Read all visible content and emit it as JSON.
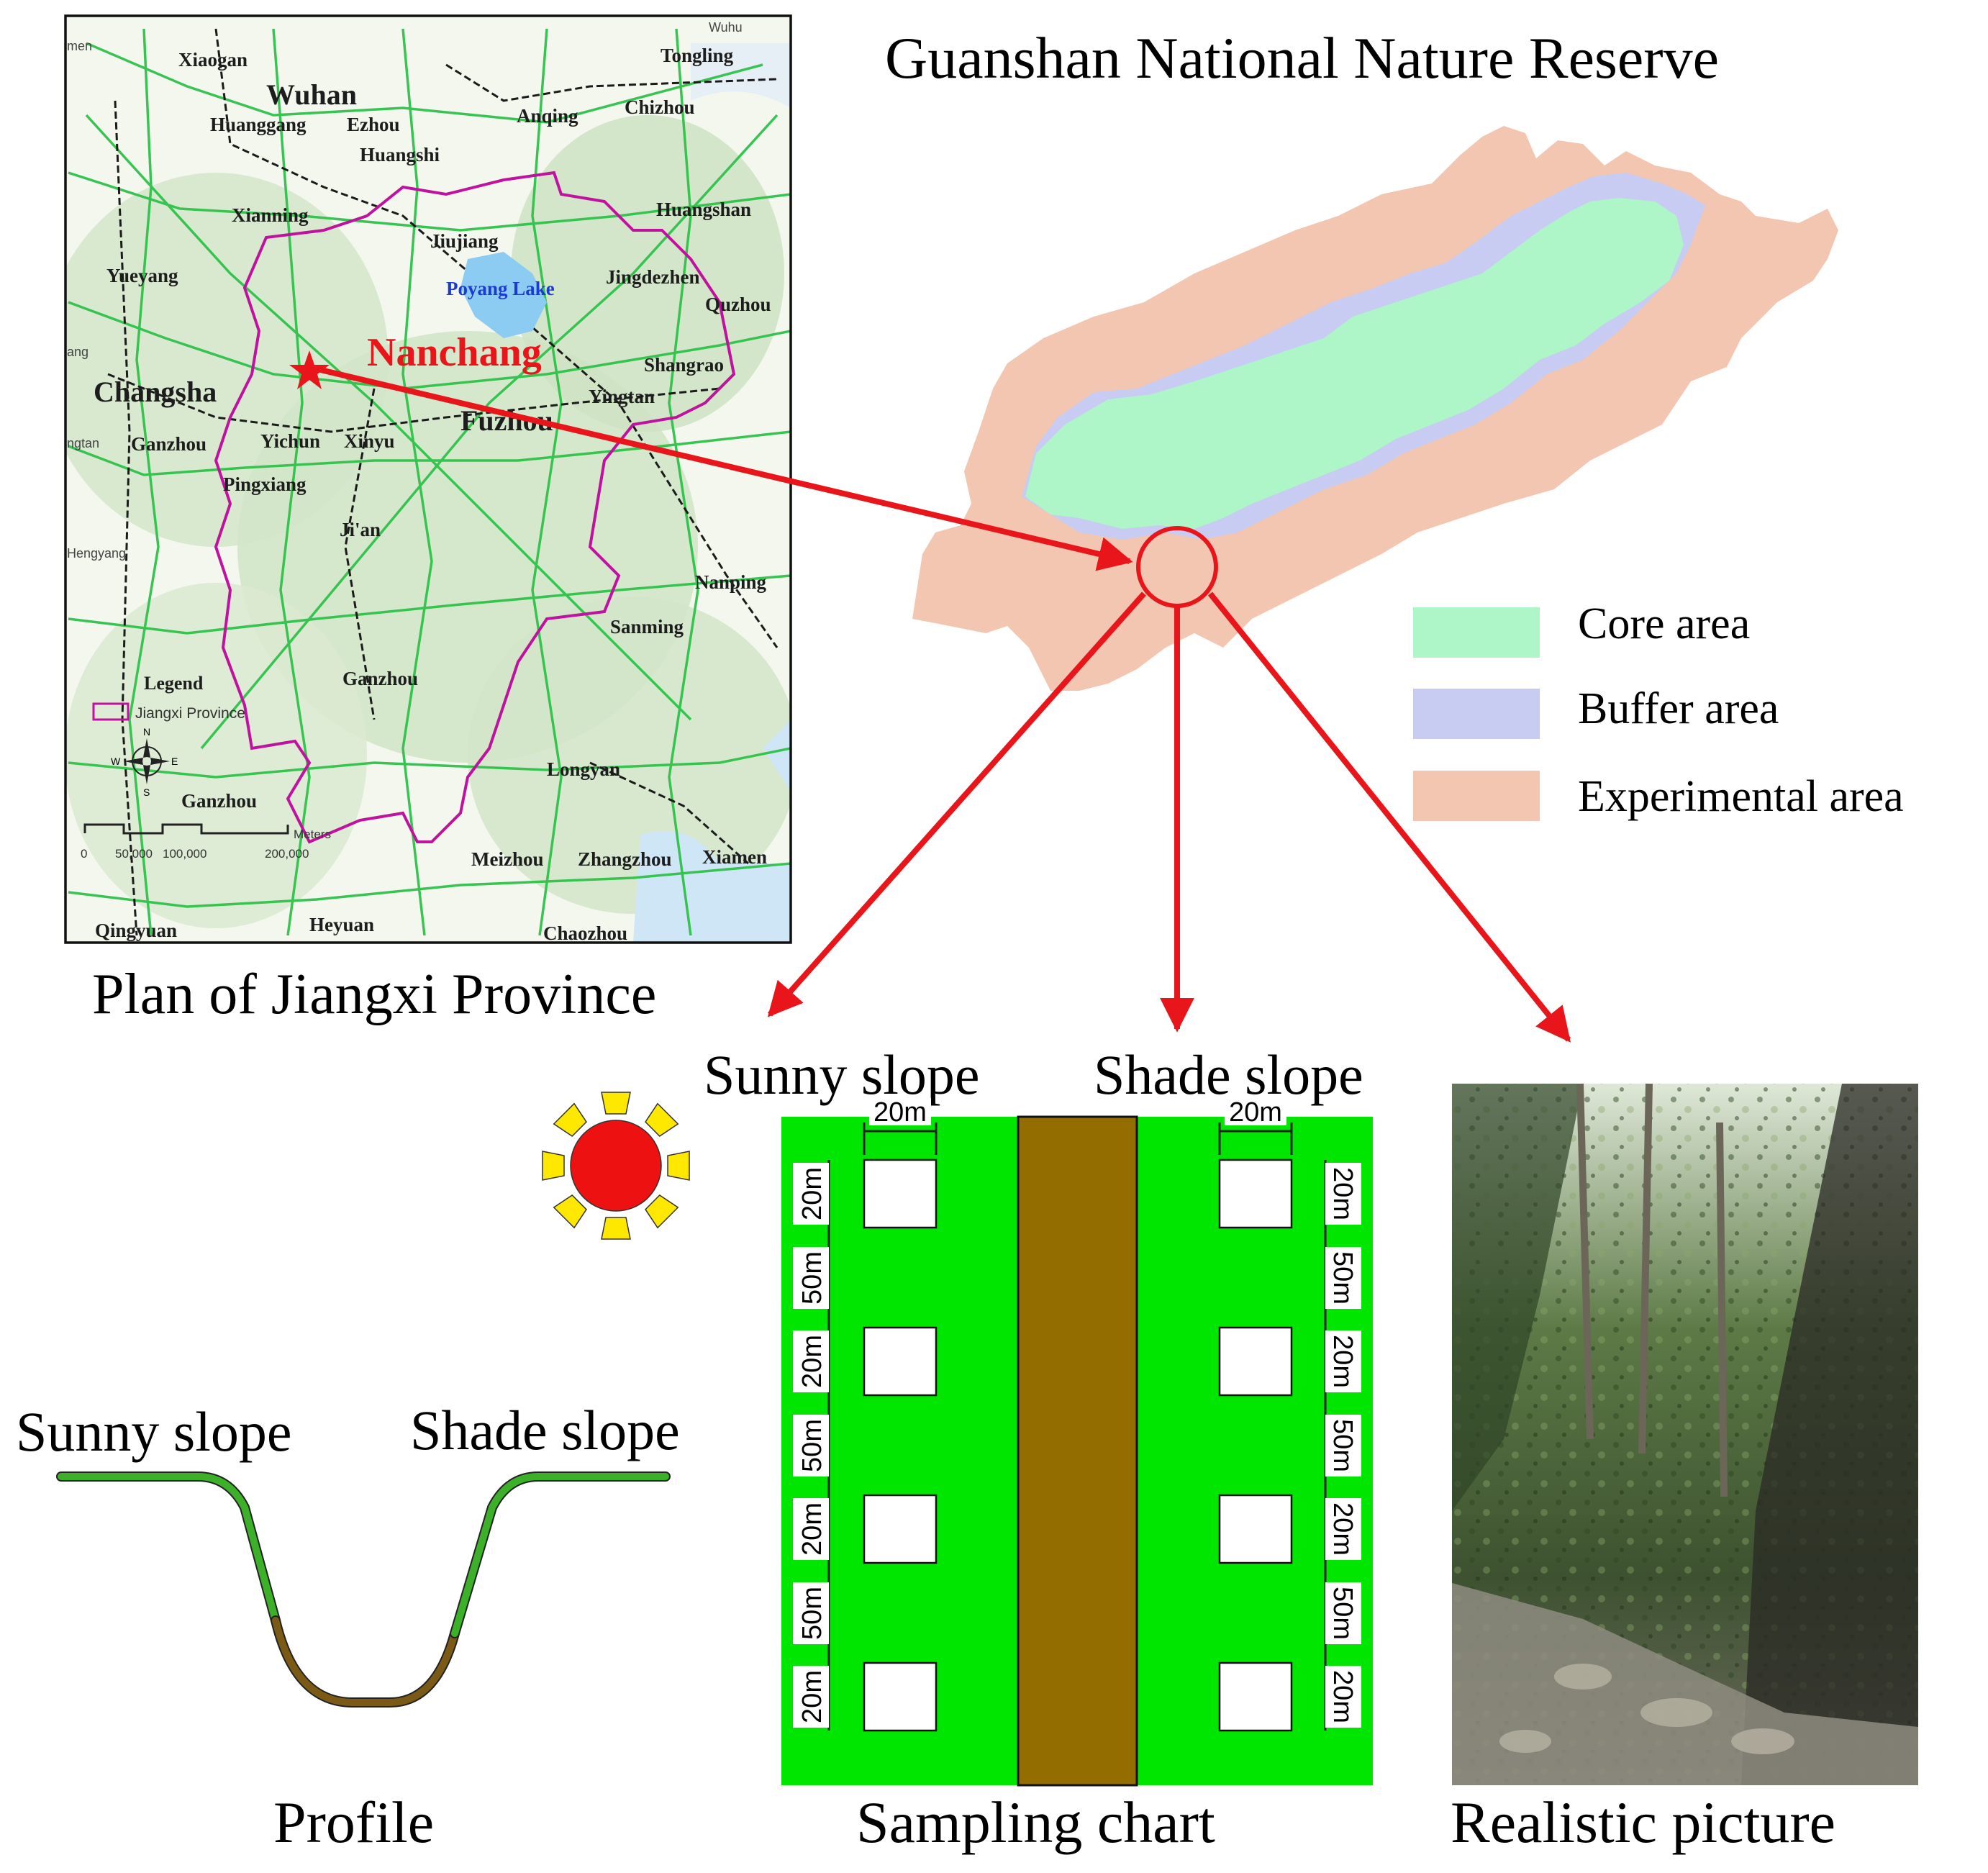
{
  "titles": {
    "reserve": "Guanshan National Nature Reserve",
    "plan": "Plan of Jiangxi Province",
    "profile": "Profile",
    "sampling": "Sampling chart",
    "realistic": "Realistic picture"
  },
  "zones": {
    "core": "Core area",
    "buffer": "Buffer area",
    "experimental": "Experimental area",
    "colors": {
      "core": "#aef5c8",
      "buffer": "#c8ccf2",
      "experimental": "#f2c6b0"
    }
  },
  "map": {
    "capital": "Nanchang",
    "lake": "Poyang Lake",
    "big_cities": [
      "Wuhan",
      "Changsha",
      "Fuzhou"
    ],
    "cities": [
      "Xiaogan",
      "Tongling",
      "Huanggang",
      "Ezhou",
      "Anqing",
      "Chizhou",
      "Huangshi",
      "Xianning",
      "Huangshan",
      "Jiujiang",
      "Yueyang",
      "Jingdezhen",
      "Quzhou",
      "Shangrao",
      "Yingtan",
      "Ganzhou",
      "Yichun",
      "Xinyu",
      "Pingxiang",
      "Ji'an",
      "Nanping",
      "Sanming",
      "Ganzhou",
      "Longyan",
      "Ganzhou",
      "Meizhou",
      "Zhangzhou",
      "Xiamen",
      "Qingyuan",
      "Heyuan",
      "Chaozhou"
    ],
    "legend_title": "Legend",
    "legend_item": "Jiangxi Province",
    "scale_labels": [
      "0",
      "50,000",
      "100,000",
      "200,000"
    ],
    "scale_unit": "Meters",
    "compass": [
      "N",
      "E",
      "S",
      "W"
    ],
    "edge_labels": [
      "men",
      "Wuhu",
      "ang",
      "ngtan",
      "Hengyang"
    ]
  },
  "slopes": {
    "sunny": "Sunny slope",
    "shade": "Shade slope"
  },
  "plot_labels": {
    "width": "20m",
    "left_column": [
      "20m",
      "50m",
      "20m",
      "50m",
      "20m",
      "50m",
      "20m"
    ],
    "right_column": [
      "20m",
      "50m",
      "20m",
      "50m",
      "20m",
      "50m",
      "20m"
    ]
  },
  "colors": {
    "arrow": "#e8161a",
    "grass": "#00e600",
    "road": "#946d00",
    "profile_green": "#3cb028",
    "profile_brown": "#7a5a14",
    "sun": "#ee1111",
    "rays": "#ffe800",
    "jiangxi_border": "#c0129e",
    "map_road": "#2fc24a"
  }
}
